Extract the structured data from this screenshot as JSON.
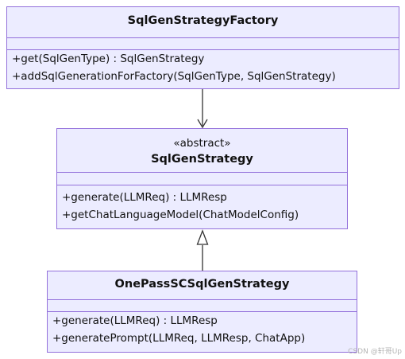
{
  "classes": [
    {
      "id": "factory",
      "stereotype": "",
      "name": "SqlGenStrategyFactory",
      "fields": [],
      "methods": [
        "+get(SqlGenType) : SqlGenStrategy",
        "+addSqlGenerationForFactory(SqlGenType, SqlGenStrategy)"
      ]
    },
    {
      "id": "strategy",
      "stereotype": "«abstract»",
      "name": "SqlGenStrategy",
      "fields": [],
      "methods": [
        "+generate(LLMReq) : LLMResp",
        "+getChatLanguageModel(ChatModelConfig)"
      ]
    },
    {
      "id": "onepass",
      "stereotype": "",
      "name": "OnePassSCSqlGenStrategy",
      "fields": [],
      "methods": [
        "+generate(LLMReq) : LLMResp",
        "+generatePrompt(LLMReq, LLMResp, ChatApp)"
      ]
    }
  ],
  "relations": [
    {
      "from": "factory",
      "to": "strategy",
      "type": "dependency"
    },
    {
      "from": "onepass",
      "to": "strategy",
      "type": "inheritance"
    }
  ],
  "colors": {
    "box_fill": "#ececff",
    "box_border": "#9370db",
    "line": "#333333"
  },
  "watermark": "CSDN @轩哥Up"
}
